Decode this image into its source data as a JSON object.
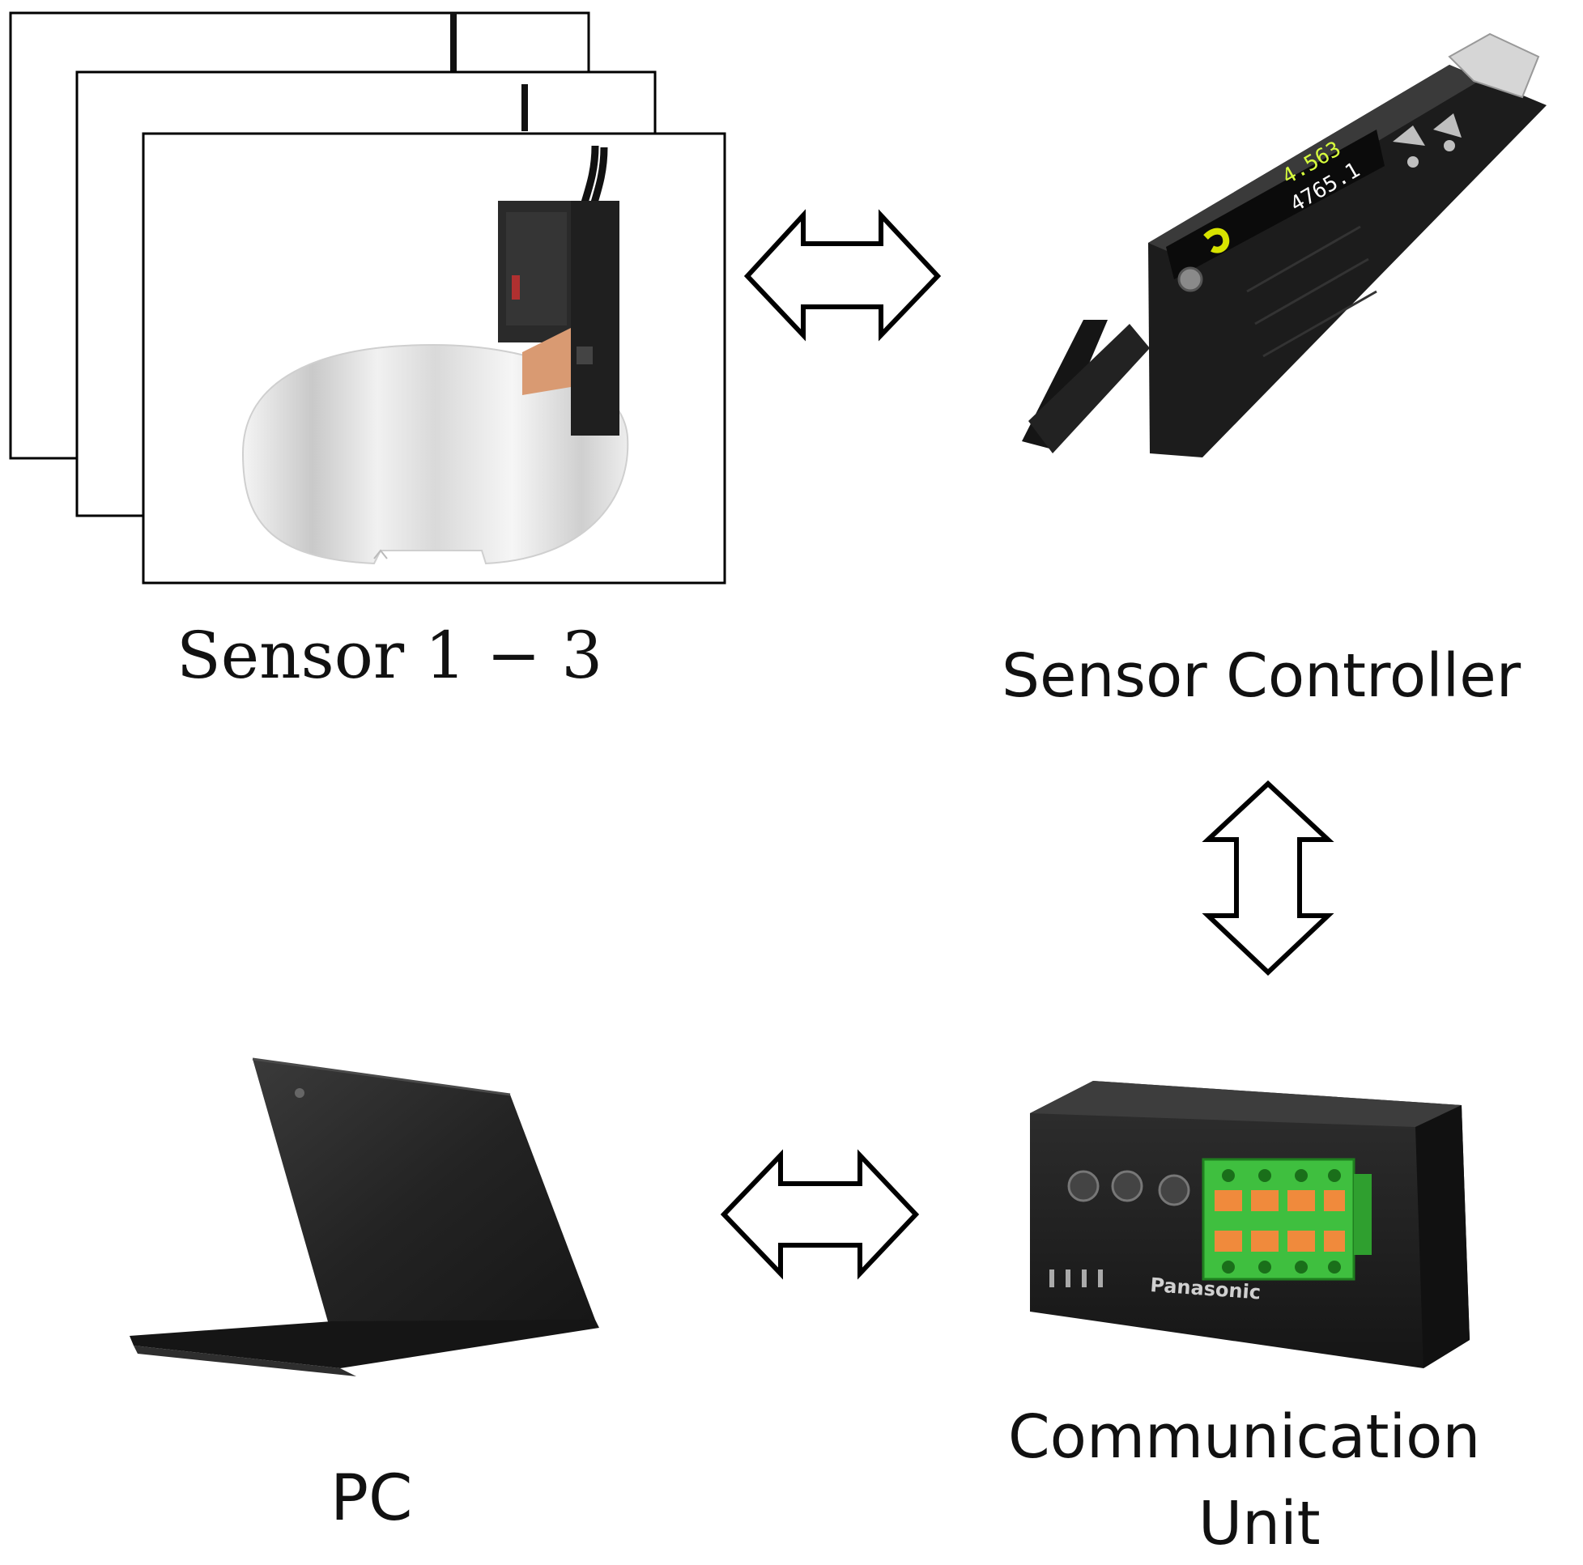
{
  "labels": {
    "sensors": "Sensor 1 − 3",
    "controller": "Sensor Controller",
    "pc": "PC",
    "comm_line1": "Communication",
    "comm_line2": "Unit"
  },
  "device_text": {
    "display_top": "4.563",
    "display_bottom": "4765.1",
    "brand": "Panasonic"
  },
  "icons": [
    "sensor-head-icon",
    "wafer-icon",
    "sensor-controller-icon",
    "communication-unit-icon",
    "laptop-icon",
    "double-arrow-icon"
  ]
}
